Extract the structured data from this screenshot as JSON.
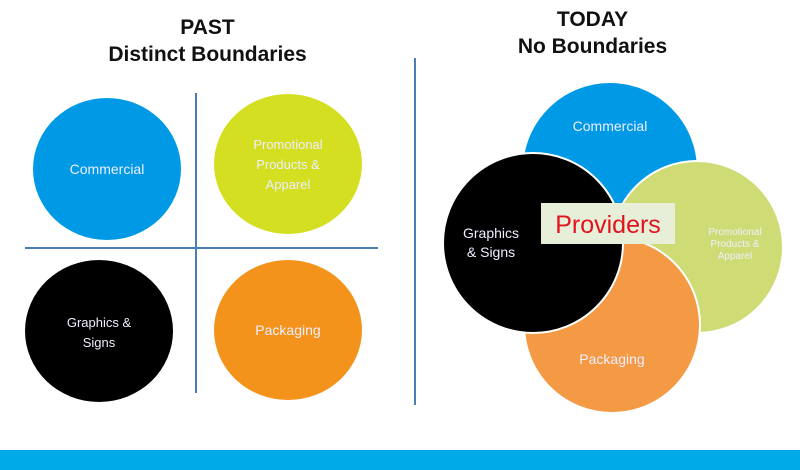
{
  "past": {
    "title_line1": "PAST",
    "title_line2": "Distinct Boundaries",
    "circles": {
      "commercial": "Commercial",
      "promo1": "Promotional",
      "promo2": "Products &",
      "promo3": "Apparel",
      "graphics1": "Graphics &",
      "graphics2": "Signs",
      "packaging": "Packaging"
    }
  },
  "today": {
    "title_line1": "TODAY",
    "title_line2": "No Boundaries",
    "circles": {
      "commercial": "Commercial",
      "promo1": "Promotional",
      "promo2": "Products &",
      "promo3": "Apparel",
      "graphics1": "Graphics",
      "graphics2": "& Signs",
      "packaging": "Packaging"
    },
    "center_label": "Providers"
  },
  "colors": {
    "commercial": "#0099e6",
    "promo_past": "#d4df22",
    "promo_today": "#cfdc75",
    "graphics": "#000000",
    "packaging_past": "#f3931c",
    "packaging_today": "#f49a45",
    "providers_text": "#e0141e",
    "providers_bg": "#e8efd8",
    "bar": "#00a9e8",
    "divider": "#4a7fb5"
  }
}
